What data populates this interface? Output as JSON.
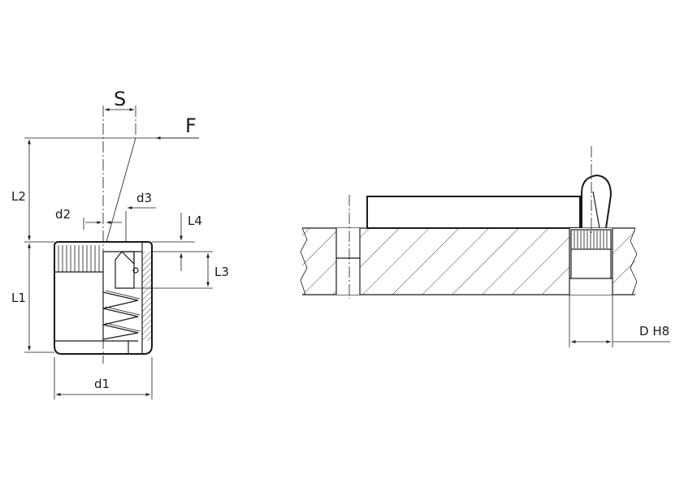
{
  "labels": {
    "s": "S",
    "f": "F",
    "l1": "L1",
    "l2": "L2",
    "l3": "L3",
    "l4": "L4",
    "d1": "d1",
    "d2": "d2",
    "d3": "d3",
    "dh8": "D H8"
  }
}
